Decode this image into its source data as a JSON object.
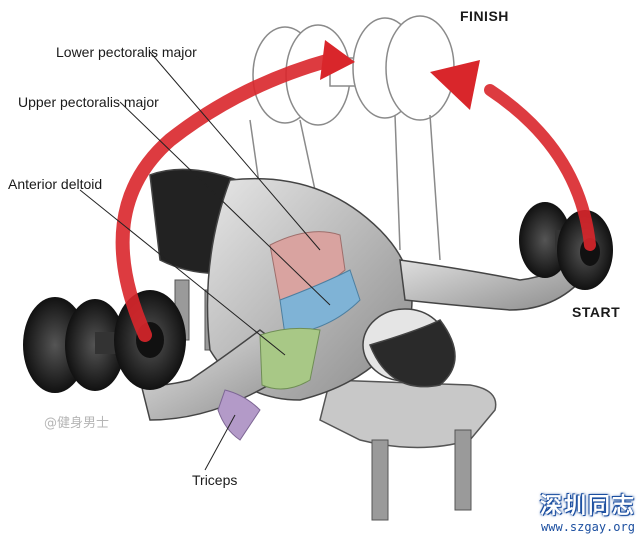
{
  "labels": {
    "lower_pec": "Lower pectoralis major",
    "upper_pec": "Upper pectoralis major",
    "ant_deltoid": "Anterior deltoid",
    "triceps": "Triceps",
    "finish": "FINISH",
    "start": "START"
  },
  "watermarks": {
    "left": "@健身男士",
    "right_cn": "深圳同志",
    "right_url": "www.szgay.org"
  },
  "colors": {
    "arrow_red": "#d9262b",
    "lower_pec": "#d9a3a0",
    "upper_pec": "#7fb3d6",
    "ant_deltoid": "#a8c886",
    "triceps": "#b39ac8",
    "bench": "#c8c8c8",
    "watermark_blue": "#1c4fa0"
  }
}
